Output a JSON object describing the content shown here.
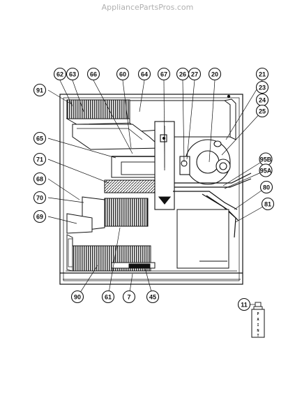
{
  "watermark": "AppliancePartsPros.com",
  "callouts": [
    {
      "id": "62",
      "label": "62"
    },
    {
      "id": "63",
      "label": "63"
    },
    {
      "id": "66",
      "label": "66"
    },
    {
      "id": "60",
      "label": "60"
    },
    {
      "id": "64",
      "label": "64"
    },
    {
      "id": "67",
      "label": "67"
    },
    {
      "id": "26",
      "label": "26"
    },
    {
      "id": "27",
      "label": "27"
    },
    {
      "id": "20",
      "label": "20"
    },
    {
      "id": "21",
      "label": "21"
    },
    {
      "id": "23",
      "label": "23"
    },
    {
      "id": "24",
      "label": "24"
    },
    {
      "id": "25",
      "label": "25"
    },
    {
      "id": "91",
      "label": "91"
    },
    {
      "id": "65",
      "label": "65"
    },
    {
      "id": "71",
      "label": "71"
    },
    {
      "id": "68",
      "label": "68"
    },
    {
      "id": "70",
      "label": "70"
    },
    {
      "id": "69",
      "label": "69"
    },
    {
      "id": "95B",
      "label": "95B"
    },
    {
      "id": "95A",
      "label": "95A"
    },
    {
      "id": "80",
      "label": "80"
    },
    {
      "id": "81",
      "label": "81"
    },
    {
      "id": "90",
      "label": "90"
    },
    {
      "id": "61",
      "label": "61"
    },
    {
      "id": "7",
      "label": "7"
    },
    {
      "id": "45",
      "label": "45"
    },
    {
      "id": "11",
      "label": "11"
    }
  ],
  "paint_can_label": "PAINT"
}
